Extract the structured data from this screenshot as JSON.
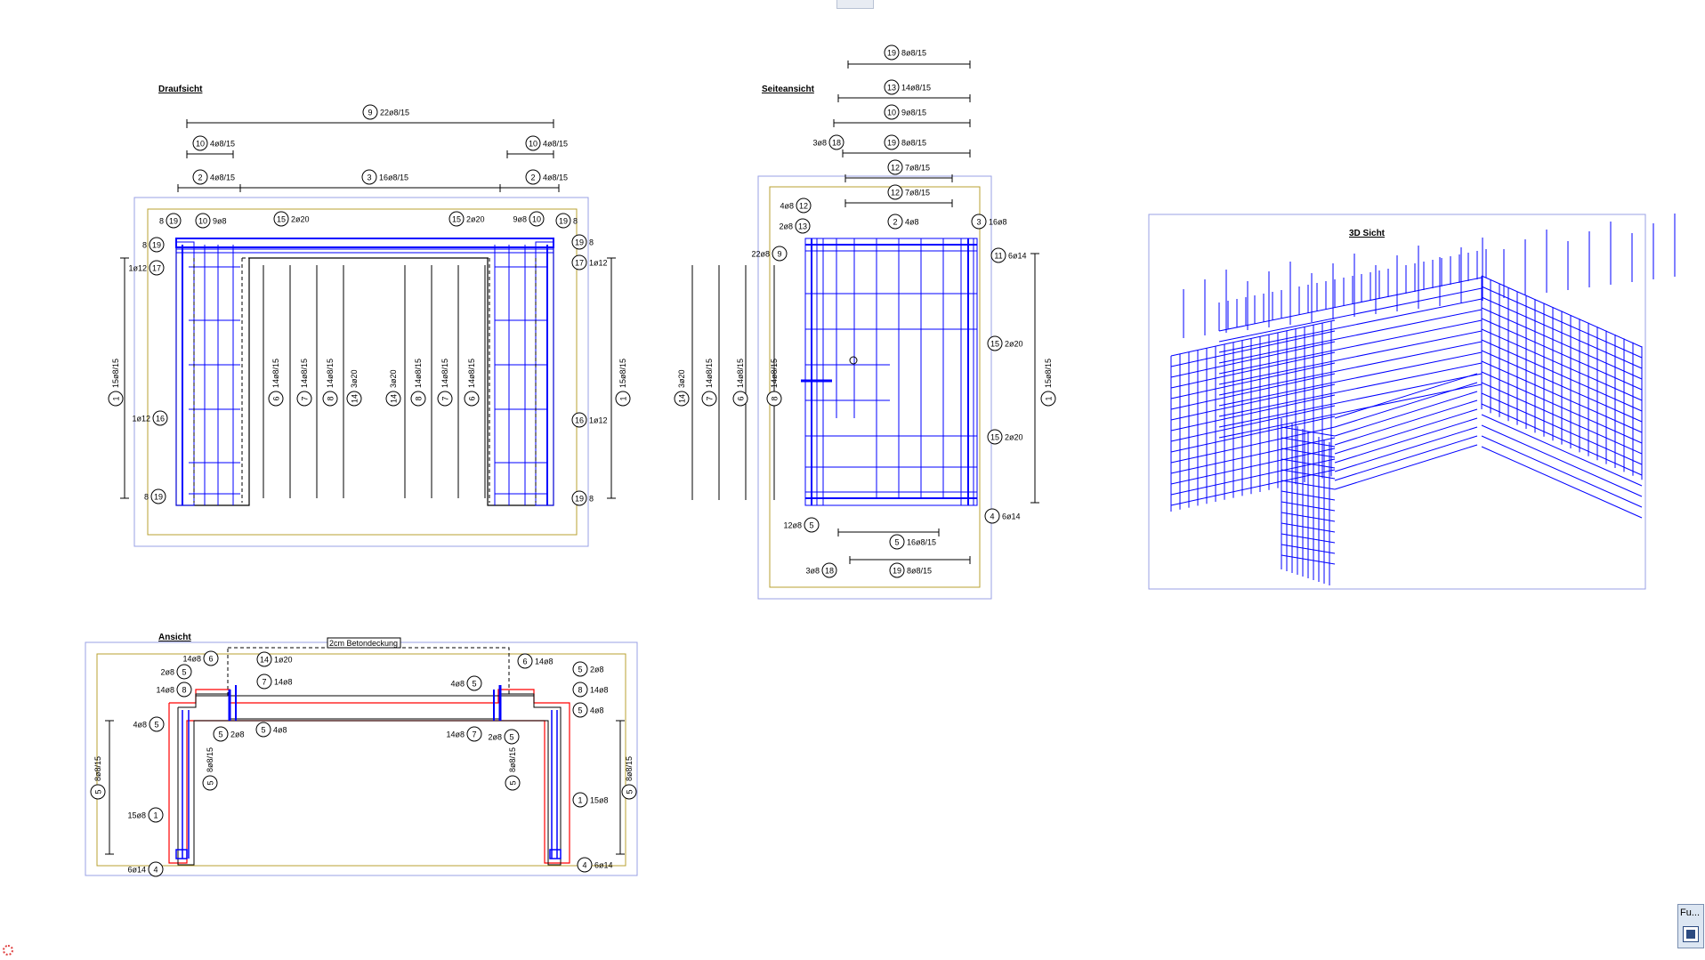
{
  "views": {
    "top": {
      "title": "Draufsicht"
    },
    "side": {
      "title": "Seiteansicht"
    },
    "iso": {
      "title": "3D Sicht"
    },
    "front": {
      "title": "Ansicht",
      "cover_label": "2cm Betondeckung"
    }
  },
  "top_labels": {
    "a": "9",
    "a_t": "22ø8/15",
    "b": "10",
    "b_t": "4ø8/15",
    "c": "10",
    "c_t": "4ø8/15",
    "d": "2",
    "d_t": "4ø8/15",
    "e": "3",
    "e_t": "16ø8/15",
    "f": "2",
    "f_t": "4ø8/15",
    "g1": "19",
    "g1_t": "8",
    "g2": "10",
    "g2_t": "9ø8",
    "g3": "15",
    "g3_t": "2ø20",
    "g4": "15",
    "g4_t": "2ø20",
    "g5": "10",
    "g5_t": "9ø8",
    "g6": "19",
    "g6_t": "8",
    "h1": "19",
    "h1_t": "8",
    "h2": "19",
    "h2_t": "8",
    "i1": "17",
    "i1_t": "1ø12",
    "i2": "17",
    "i2_t": "1ø12",
    "j1": "16",
    "j1_t": "1ø12",
    "j2": "16",
    "j2_t": "1ø12",
    "k1": "19",
    "k1_t": "8",
    "k2": "19",
    "k2_t": "8",
    "m1": "1",
    "m1_t": "15ø8/15",
    "m2": "1",
    "m2_t": "15ø8/15",
    "v1": "6",
    "v1_t": "14ø8/15",
    "v2": "7",
    "v2_t": "14ø8/15",
    "v3": "8",
    "v3_t": "14ø8/15",
    "v4": "14",
    "v4_t": "3ø20",
    "v5": "14",
    "v5_t": "3ø20",
    "v6": "8",
    "v6_t": "14ø8/15",
    "v7": "7",
    "v7_t": "14ø8/15",
    "v8": "6",
    "v8_t": "14ø8/15"
  },
  "side_labels": {
    "a": "19",
    "a_t": "8ø8/15",
    "b": "13",
    "b_t": "14ø8/15",
    "c": "10",
    "c_t": "9ø8/15",
    "d": "18",
    "d_t": "3ø8",
    "e": "19",
    "e_t": "8ø8/15",
    "f": "12",
    "f_t": "7ø8/15",
    "g": "12",
    "g_t": "7ø8/15",
    "h": "12",
    "h_t": "4ø8",
    "i": "13",
    "i_t": "2ø8",
    "j": "2",
    "j_t": "4ø8",
    "k": "3",
    "k_t": "16ø8",
    "l": "9",
    "l_t": "22ø8",
    "m": "11",
    "m_t": "6ø14",
    "n": "15",
    "n_t": "2ø20",
    "o": "15",
    "o_t": "2ø20",
    "p": "4",
    "p_t": "6ø14",
    "q": "5",
    "q_t": "12ø8",
    "r": "5",
    "r_t": "16ø8/15",
    "s": "18",
    "s_t": "3ø8",
    "t": "19",
    "t_t": "8ø8/15",
    "u": "1",
    "u_t": "15ø8/15",
    "w1": "14",
    "w1_t": "3ø20",
    "w2": "7",
    "w2_t": "14ø8/15",
    "w3": "6",
    "w3_t": "14ø8/15",
    "w4": "8",
    "w4_t": "14ø8/15"
  },
  "front_labels": {
    "a": "6",
    "a_t": "14ø8",
    "b": "14",
    "b_t": "1ø20",
    "c": "5",
    "c_t": "2ø8",
    "d": "7",
    "d_t": "14ø8",
    "e": "8",
    "e_t": "14ø8",
    "f": "5",
    "f_t": "4ø8",
    "g": "5",
    "g_t": "2ø8",
    "h": "5",
    "h_t": "4ø8",
    "i": "5",
    "i_t": "4ø8",
    "j": "6",
    "j_t": "14ø8",
    "k": "5",
    "k_t": "2ø8",
    "l": "8",
    "l_t": "14ø8",
    "m": "5",
    "m_t": "4ø8",
    "n": "7",
    "n_t": "14ø8",
    "o": "5",
    "o_t": "2ø8",
    "p": "5",
    "p_t": "8ø8/15",
    "q": "5",
    "q_t": "8ø8/15",
    "r": "5",
    "r_t": "8ø8/15",
    "s": "5",
    "s_t": "8ø8/15",
    "t": "1",
    "t_t": "15ø8",
    "u": "1",
    "u_t": "15ø8",
    "v": "4",
    "v_t": "6ø14",
    "w": "4",
    "w_t": "6ø14"
  },
  "ui": {
    "fu_button": "Fu..."
  },
  "colors": {
    "rebar": "#0000ff",
    "border": "#9aa0e6",
    "formwork": "#b8a030",
    "section": "#ff0000"
  }
}
